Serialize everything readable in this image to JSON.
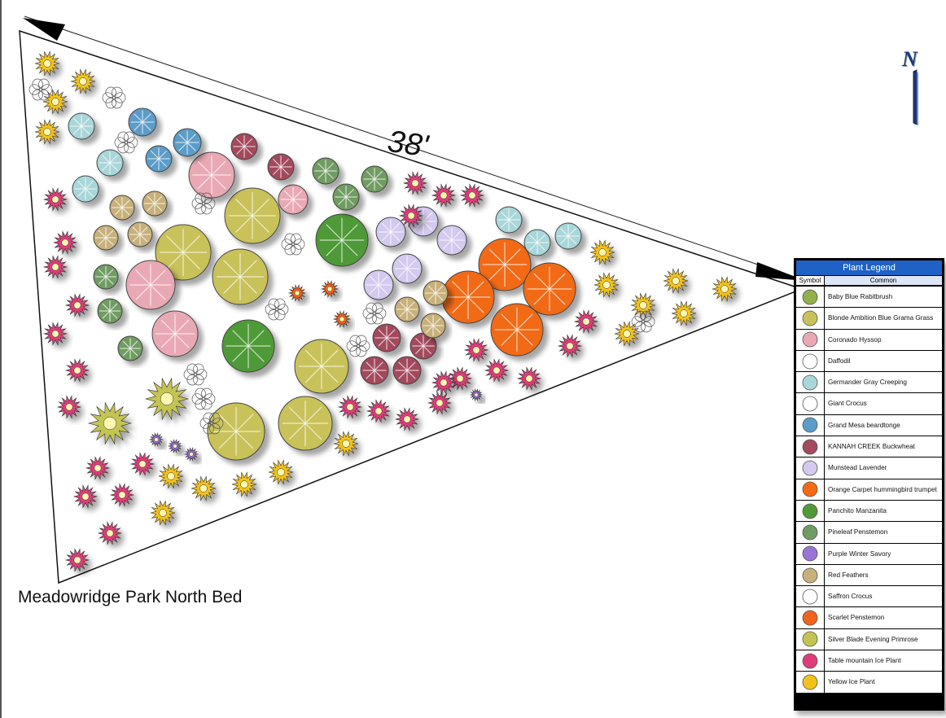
{
  "dimension_label": "38'",
  "bed_title": "Meadowridge Park North Bed",
  "north_letter": "N",
  "legend": {
    "title": "Plant Legend",
    "col_symbol": "Symbol",
    "col_common": "Common",
    "items": [
      {
        "name": "Baby Blue Rabitbrush",
        "color": "#8fb04a",
        "icon": "round-shrub-icon"
      },
      {
        "name": "Blonde Ambition Blue Grama Grass",
        "color": "#c9c25a",
        "icon": "grass-tuft-icon"
      },
      {
        "name": "Coronado Hyssop",
        "color": "#e9a9b4",
        "icon": "round-shrub-icon"
      },
      {
        "name": "Daffodil",
        "color": "#ffffff",
        "icon": "outline-flower-icon"
      },
      {
        "name": "Germander Gray Creeping",
        "color": "#a9d6d8",
        "icon": "groundcover-icon"
      },
      {
        "name": "Giant Crocus",
        "color": "#ffffff",
        "icon": "star-outline-icon"
      },
      {
        "name": "Grand Mesa beardtonge",
        "color": "#5b9cc9",
        "icon": "round-shrub-icon"
      },
      {
        "name": "KANNAH CREEK Buckwheat",
        "color": "#a34a5c",
        "icon": "round-shrub-icon"
      },
      {
        "name": "Munstead Lavender",
        "color": "#d4c9ef",
        "icon": "round-shrub-icon"
      },
      {
        "name": "Orange Carpet hummingbird trumpet",
        "color": "#f26a14",
        "icon": "round-shrub-icon"
      },
      {
        "name": "Panchito Manzanita",
        "color": "#4f9a38",
        "icon": "round-shrub-icon"
      },
      {
        "name": "Pineleaf Penstemon",
        "color": "#6f9c62",
        "icon": "spiky-icon"
      },
      {
        "name": "Purple Winter Savory",
        "color": "#9a73d6",
        "icon": "spiky-icon"
      },
      {
        "name": "Red Feathers",
        "color": "#c8b07a",
        "icon": "round-shrub-icon"
      },
      {
        "name": "Saffron Crocus",
        "color": "#ffffff",
        "icon": "outline-flower-icon"
      },
      {
        "name": "Scarlet Penstemon",
        "color": "#f0641e",
        "icon": "spiky-icon"
      },
      {
        "name": "Silver Blade Evening Primrose",
        "color": "#c4c453",
        "icon": "spiky-icon"
      },
      {
        "name": "Table mountain Ice Plant",
        "color": "#df3d79",
        "icon": "spiky-icon"
      },
      {
        "name": "Yellow Ice Plant",
        "color": "#f2c21b",
        "icon": "spiky-icon"
      }
    ]
  }
}
